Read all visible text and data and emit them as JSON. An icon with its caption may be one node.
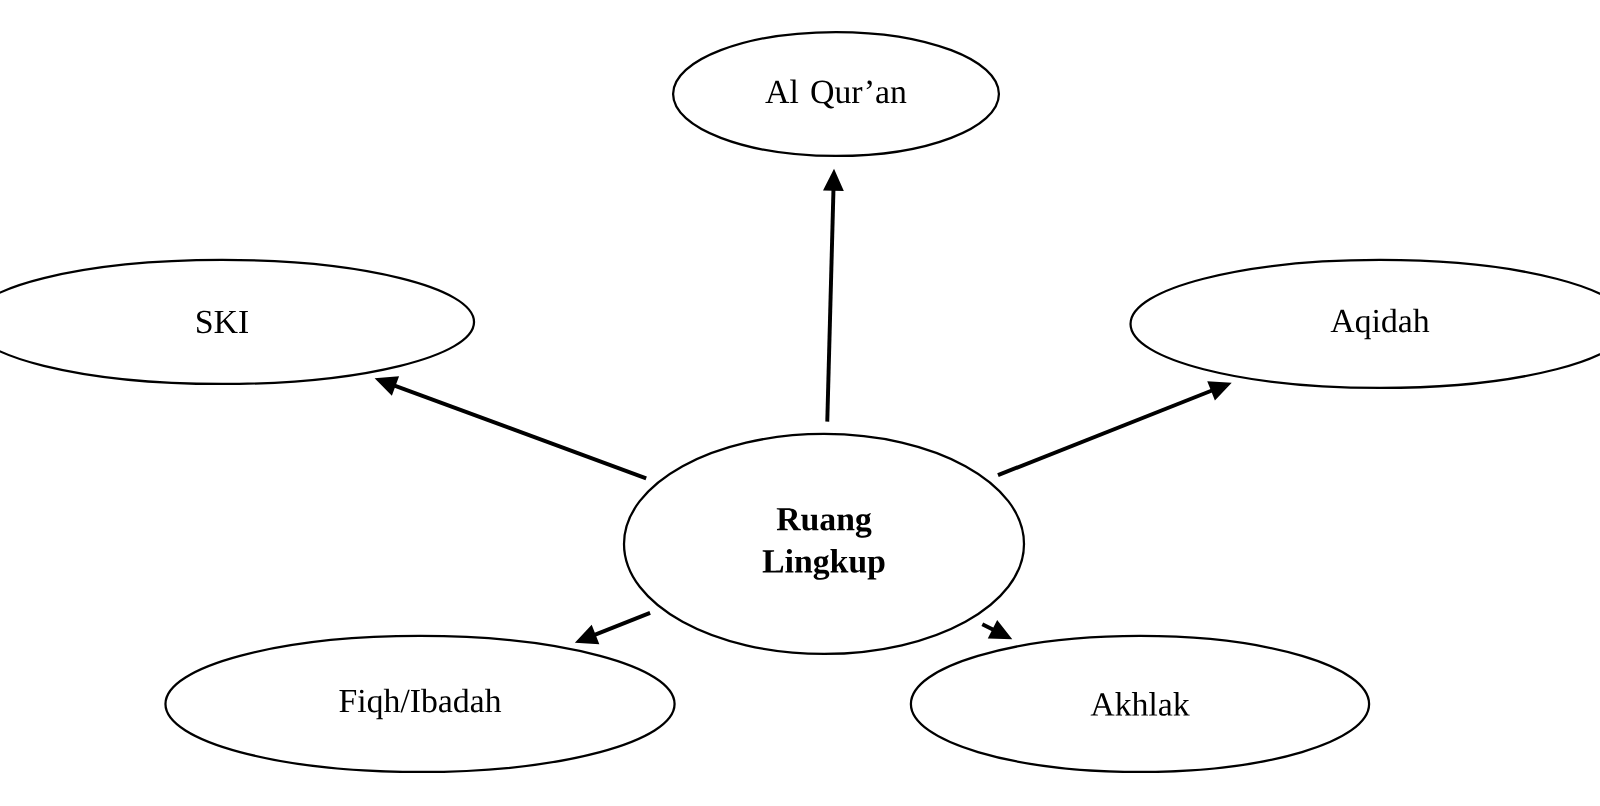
{
  "diagram": {
    "nodes": [
      {
        "text": [
          "Ruang Lingkup"
        ]
      },
      {
        "text": [
          "Al Qur’an"
        ]
      },
      {
        "text": [
          "SKI"
        ]
      },
      {
        "text": [
          "Aqidah"
        ]
      },
      {
        "text": [
          "Fiqh/Ibadah"
        ]
      },
      {
        "text": [
          "Akhlak"
        ]
      }
    ],
    "edges": [
      {
        "from": 0,
        "to": 1,
        "arrow": "to"
      },
      {
        "from": 0,
        "to": 2,
        "arrow": "to"
      },
      {
        "from": 0,
        "to": 3,
        "arrow": "to"
      },
      {
        "from": 0,
        "to": 4,
        "arrow": "to"
      },
      {
        "from": 0,
        "to": 5,
        "arrow": "to"
      }
    ]
  }
}
